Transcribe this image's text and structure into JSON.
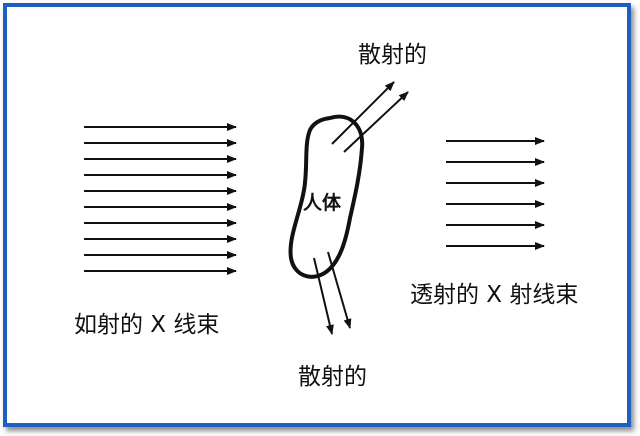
{
  "labels": {
    "incident": "如射的 X 线束",
    "scattered_top": "散射的",
    "scattered_bottom": "散射的",
    "transmitted": "透射的 X 射线束",
    "body": "人体"
  },
  "colors": {
    "border": "#1f5fbf",
    "ink": "#111111"
  }
}
